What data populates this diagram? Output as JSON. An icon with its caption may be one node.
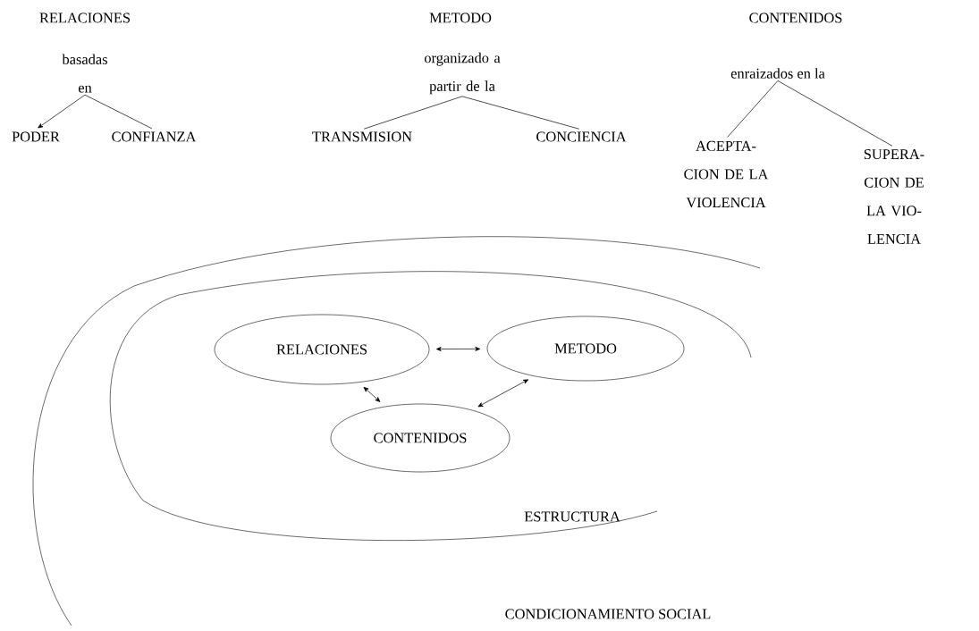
{
  "diagram": {
    "nodes": [
      {
        "text": [
          "RELACIONES"
        ]
      },
      {
        "text": [
          "basadas en"
        ]
      },
      {
        "text": [
          "PODER"
        ]
      },
      {
        "text": [
          "CONFIANZA"
        ]
      },
      {
        "text": [
          "METODO"
        ]
      },
      {
        "text": [
          "organizado a partir de la"
        ]
      },
      {
        "text": [
          "TRANSMISION"
        ]
      },
      {
        "text": [
          "CONCIENCIA"
        ]
      },
      {
        "text": [
          "CONTENIDOS"
        ]
      },
      {
        "text": [
          "enraizados en la"
        ]
      },
      {
        "text": [
          "ACEPTA- CION DE LA VIOLENCIA"
        ]
      },
      {
        "text": [
          "SUPERA- CION DE LA VIO- LENCIA"
        ]
      },
      {
        "text": [
          "CONDICIONAMIENTO SOCIAL"
        ]
      },
      {
        "text": [
          "ESTRUCTURA"
        ],
        "in": 12
      },
      {
        "text": [
          "RELACIONES"
        ],
        "in": 13
      },
      {
        "text": [
          "METODO"
        ],
        "in": 13
      },
      {
        "text": [
          "CONTENIDOS"
        ],
        "in": 13
      }
    ],
    "edges": [
      {
        "from": 1,
        "to": 2,
        "arrow": "to"
      },
      {
        "from": 1,
        "to": 3,
        "arrow": "none"
      },
      {
        "from": 5,
        "to": 6,
        "arrow": "none"
      },
      {
        "from": 5,
        "to": 7,
        "arrow": "none"
      },
      {
        "from": 9,
        "to": 10,
        "arrow": "none"
      },
      {
        "from": 9,
        "to": 11,
        "arrow": "none"
      },
      {
        "from": 14,
        "to": 15,
        "arrow": "both"
      },
      {
        "from": 14,
        "to": 16,
        "arrow": "both"
      },
      {
        "from": 16,
        "to": 15,
        "arrow": "both"
      }
    ]
  }
}
